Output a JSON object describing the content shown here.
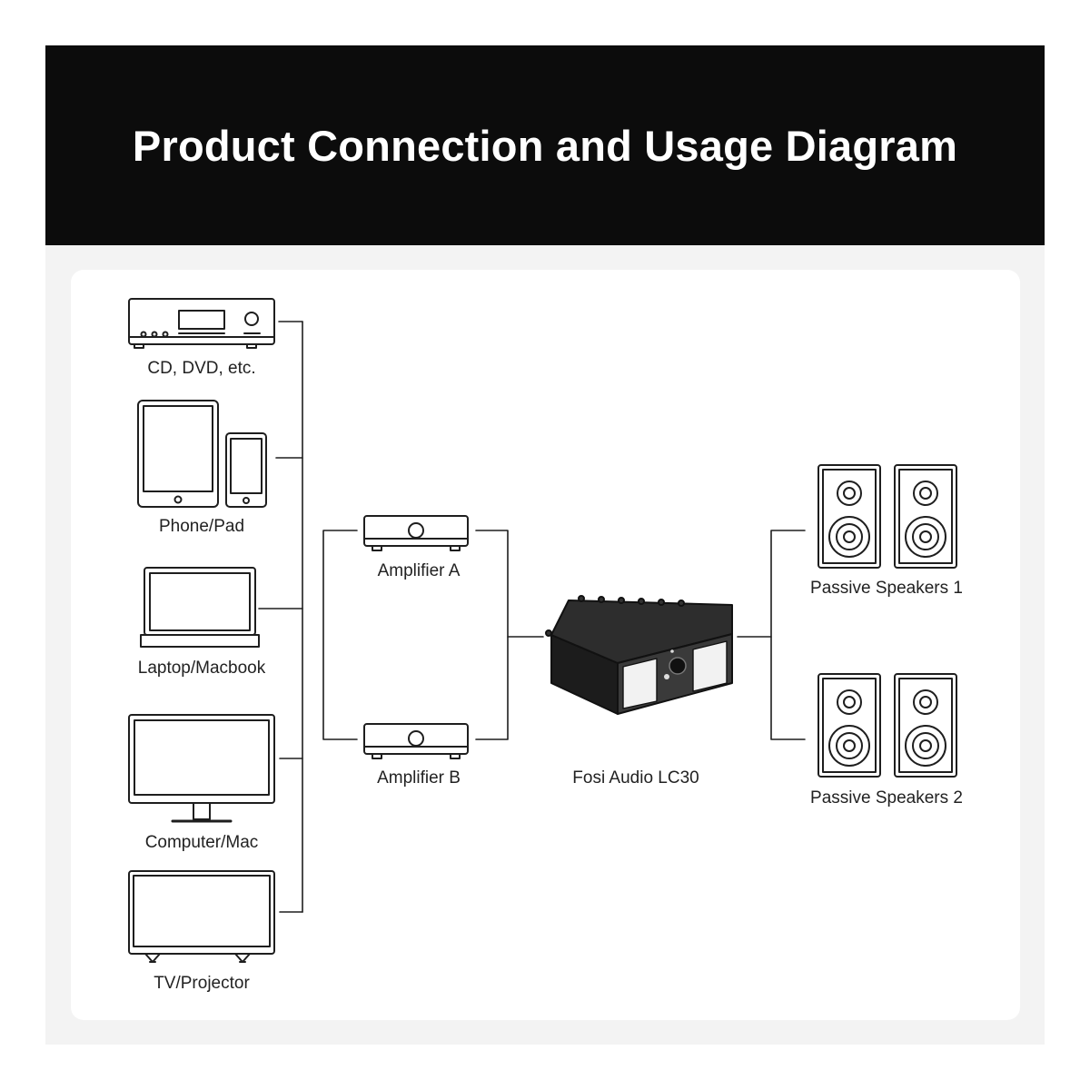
{
  "title": "Product Connection and Usage Diagram",
  "sources": [
    {
      "label": "CD, DVD, etc.",
      "icon": "cd-player-icon"
    },
    {
      "label": "Phone/Pad",
      "icon": "tablet-phone-icon"
    },
    {
      "label": "Laptop/Macbook",
      "icon": "laptop-icon"
    },
    {
      "label": "Computer/Mac",
      "icon": "monitor-icon"
    },
    {
      "label": "TV/Projector",
      "icon": "tv-icon"
    }
  ],
  "amplifiers": [
    {
      "label": "Amplifier A",
      "icon": "amplifier-icon"
    },
    {
      "label": "Amplifier B",
      "icon": "amplifier-icon"
    }
  ],
  "device": {
    "label": "Fosi Audio LC30",
    "icon": "speaker-switcher-icon"
  },
  "outputs": [
    {
      "label": "Passive Speakers 1",
      "icon": "speaker-pair-icon"
    },
    {
      "label": "Passive Speakers 2",
      "icon": "speaker-pair-icon"
    }
  ],
  "colors": {
    "header_bg": "#0c0c0c",
    "header_text": "#ffffff",
    "line": "#1e1e1e",
    "frame": "#f3f3f3"
  }
}
